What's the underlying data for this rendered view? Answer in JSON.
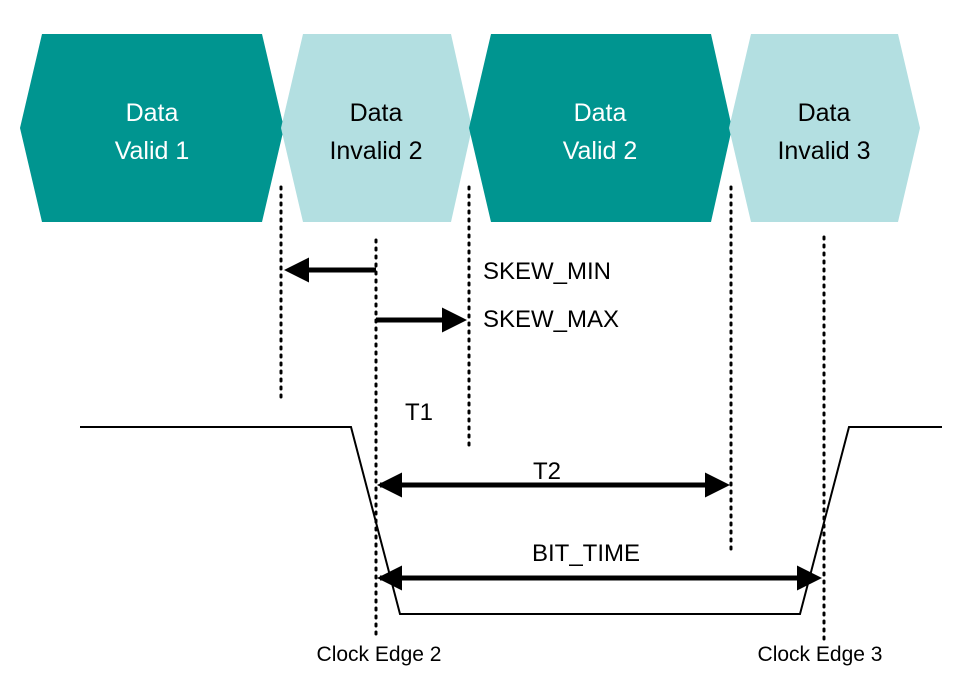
{
  "colors": {
    "valid_fill": "#009590",
    "invalid_fill": "#b3dfe1",
    "valid_text": "#ffffff",
    "invalid_text": "#000000"
  },
  "segments": [
    {
      "line1": "Data",
      "line2": "Valid 1",
      "kind": "valid"
    },
    {
      "line1": "Data",
      "line2": "Invalid 2",
      "kind": "invalid"
    },
    {
      "line1": "Data",
      "line2": "Valid 2",
      "kind": "valid"
    },
    {
      "line1": "Data",
      "line2": "Invalid 3",
      "kind": "invalid"
    }
  ],
  "labels": {
    "skew_min": "SKEW_MIN",
    "skew_max": "SKEW_MAX",
    "t1": "T1",
    "t2": "T2",
    "bit_time": "BIT_TIME",
    "clock_edge_2": "Clock Edge 2",
    "clock_edge_3": "Clock Edge 3"
  }
}
